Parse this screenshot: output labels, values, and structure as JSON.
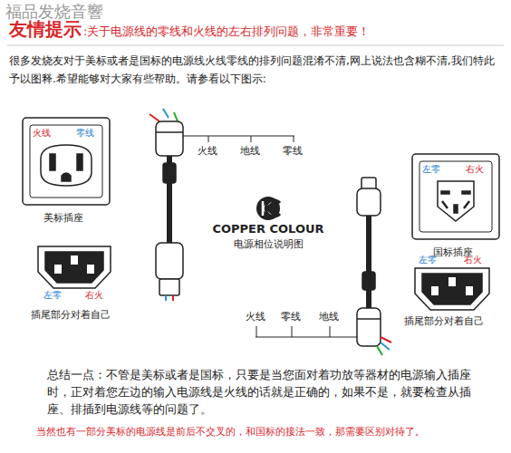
{
  "diagram": {
    "title": "友情提示",
    "labels": [
      "福品发烧音響",
      ":关于电源线的零线和火线的左右排列问题，非常重要！",
      "很多发烧友对于美标或者是国标的电源线火线零线的排列问题混淆不清,网上说法也含糊不清,我们特此予以图释.希望能够对大家有些帮助。请参看以下图示:",
      "火线",
      "零线",
      "美标插座",
      "左零",
      "右火",
      "插尾部分对着自己",
      "火线",
      "地线",
      "零线",
      "COPPER COLOUR",
      "电源相位说明图",
      "左零",
      "右火",
      "国标插座",
      "左零",
      "右火",
      "插尾部分对着自己",
      "火线",
      "零线",
      "地线",
      "总结一点：不管是美标或者是国标，只要是当您面对着功放等器材的电源输入插座时，正对着您左边的输入电源线是火线的话就是正确的，如果不是，就要检查从插座、排插到电源线等的问题了。",
      "当然也有一部分美标的电源线是前后不交叉的，和国标的接法一致，那需要区别对待了。"
    ]
  }
}
